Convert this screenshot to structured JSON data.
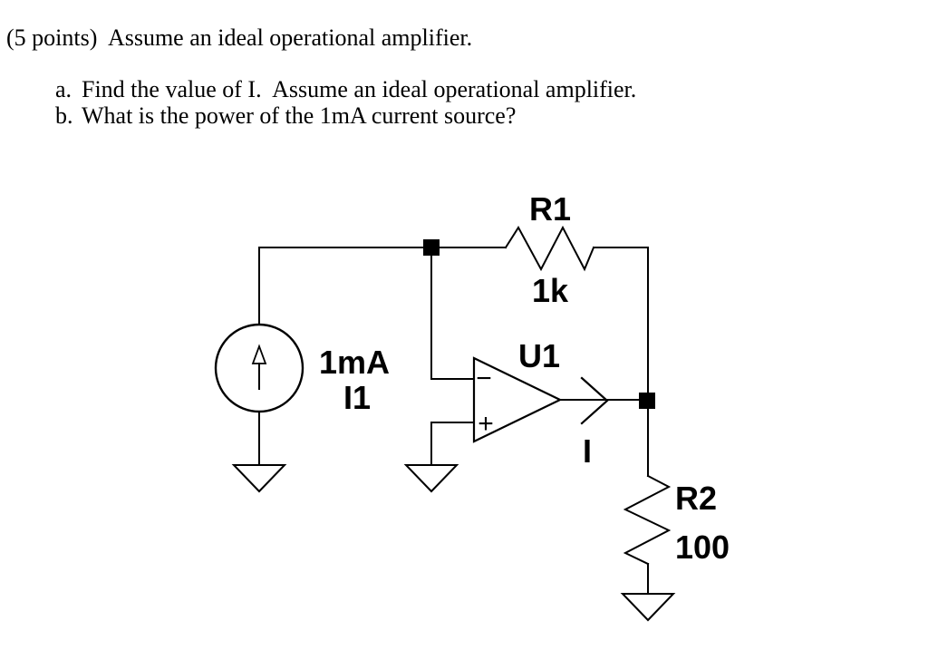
{
  "problem": {
    "statement": "(5 points)  Assume an ideal operational amplifier.",
    "items": [
      {
        "marker": "a.",
        "text": "Find the value of I.  Assume an ideal operational amplifier."
      },
      {
        "marker": "b.",
        "text": "What is the power of the 1mA current source?"
      }
    ]
  },
  "circuit": {
    "source_value": "1mA",
    "source_name": "I1",
    "opamp_name": "U1",
    "opamp_minus": "−",
    "opamp_plus": "+",
    "r1_name": "R1",
    "r1_value": "1k",
    "r2_name": "R2",
    "r2_value": "100",
    "output_current_label": "I",
    "colors": {
      "ink": "#000000",
      "background": "#ffffff"
    }
  }
}
